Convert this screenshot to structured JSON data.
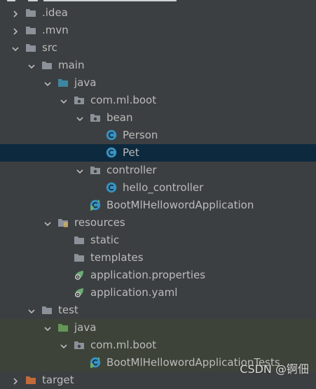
{
  "colors": {
    "background": "#3c3f41",
    "selected_row": "#0d293e",
    "test_tint": "#3d4339",
    "text": "#bbbbbb",
    "folder": "#8a9199",
    "source_folder": "#3e86a0",
    "test_folder": "#629755",
    "class_icon": "#3592c4",
    "spring": "#6aab73"
  },
  "tree": [
    {
      "label": ".idea",
      "depth": 0,
      "arrow": "collapsed",
      "icon": "folder-icon",
      "name": "tree-item-idea"
    },
    {
      "label": ".mvn",
      "depth": 0,
      "arrow": "collapsed",
      "icon": "folder-icon",
      "name": "tree-item-mvn"
    },
    {
      "label": "src",
      "depth": 0,
      "arrow": "expanded",
      "icon": "folder-icon",
      "name": "tree-item-src"
    },
    {
      "label": "main",
      "depth": 1,
      "arrow": "expanded",
      "icon": "folder-icon",
      "name": "tree-item-main"
    },
    {
      "label": "java",
      "depth": 2,
      "arrow": "expanded",
      "icon": "source-folder-icon",
      "name": "tree-item-java"
    },
    {
      "label": "com.ml.boot",
      "depth": 3,
      "arrow": "expanded",
      "icon": "package-icon",
      "name": "tree-item-com-ml-boot"
    },
    {
      "label": "bean",
      "depth": 4,
      "arrow": "expanded",
      "icon": "package-icon",
      "name": "tree-item-bean"
    },
    {
      "label": "Person",
      "depth": 5,
      "arrow": "none",
      "icon": "class-icon",
      "name": "tree-item-person"
    },
    {
      "label": "Pet",
      "depth": 5,
      "arrow": "none",
      "icon": "class-icon",
      "name": "tree-item-pet",
      "selected": true
    },
    {
      "label": "controller",
      "depth": 4,
      "arrow": "expanded",
      "icon": "package-icon",
      "name": "tree-item-controller"
    },
    {
      "label": "hello_controller",
      "depth": 5,
      "arrow": "none",
      "icon": "class-icon",
      "name": "tree-item-hello-controller"
    },
    {
      "label": "BootMlHellowordApplication",
      "depth": 4,
      "arrow": "none",
      "icon": "spring-boot-class-icon",
      "name": "tree-item-boot-application"
    },
    {
      "label": "resources",
      "depth": 2,
      "arrow": "expanded",
      "icon": "resources-folder-icon",
      "name": "tree-item-resources"
    },
    {
      "label": "static",
      "depth": 3,
      "arrow": "none",
      "icon": "folder-icon",
      "name": "tree-item-static"
    },
    {
      "label": "templates",
      "depth": 3,
      "arrow": "none",
      "icon": "folder-icon",
      "name": "tree-item-templates"
    },
    {
      "label": "application.properties",
      "depth": 3,
      "arrow": "none",
      "icon": "spring-config-icon",
      "name": "tree-item-application-properties"
    },
    {
      "label": "application.yaml",
      "depth": 3,
      "arrow": "none",
      "icon": "spring-config-icon",
      "name": "tree-item-application-yaml"
    },
    {
      "label": "test",
      "depth": 1,
      "arrow": "expanded",
      "icon": "folder-icon",
      "name": "tree-item-test"
    },
    {
      "label": "java",
      "depth": 2,
      "arrow": "expanded",
      "icon": "test-folder-icon",
      "name": "tree-item-test-java",
      "tint": true
    },
    {
      "label": "com.ml.boot",
      "depth": 3,
      "arrow": "expanded",
      "icon": "package-icon",
      "name": "tree-item-test-com-ml-boot",
      "tint": true
    },
    {
      "label": "BootMlHellowordApplicationTests",
      "depth": 4,
      "arrow": "none",
      "icon": "spring-boot-class-icon",
      "name": "tree-item-boot-application-tests",
      "tint": true
    },
    {
      "label": "target",
      "depth": 0,
      "arrow": "collapsed",
      "icon": "excluded-folder-icon",
      "name": "tree-item-target"
    }
  ],
  "watermark": "CSDN @锕佃"
}
